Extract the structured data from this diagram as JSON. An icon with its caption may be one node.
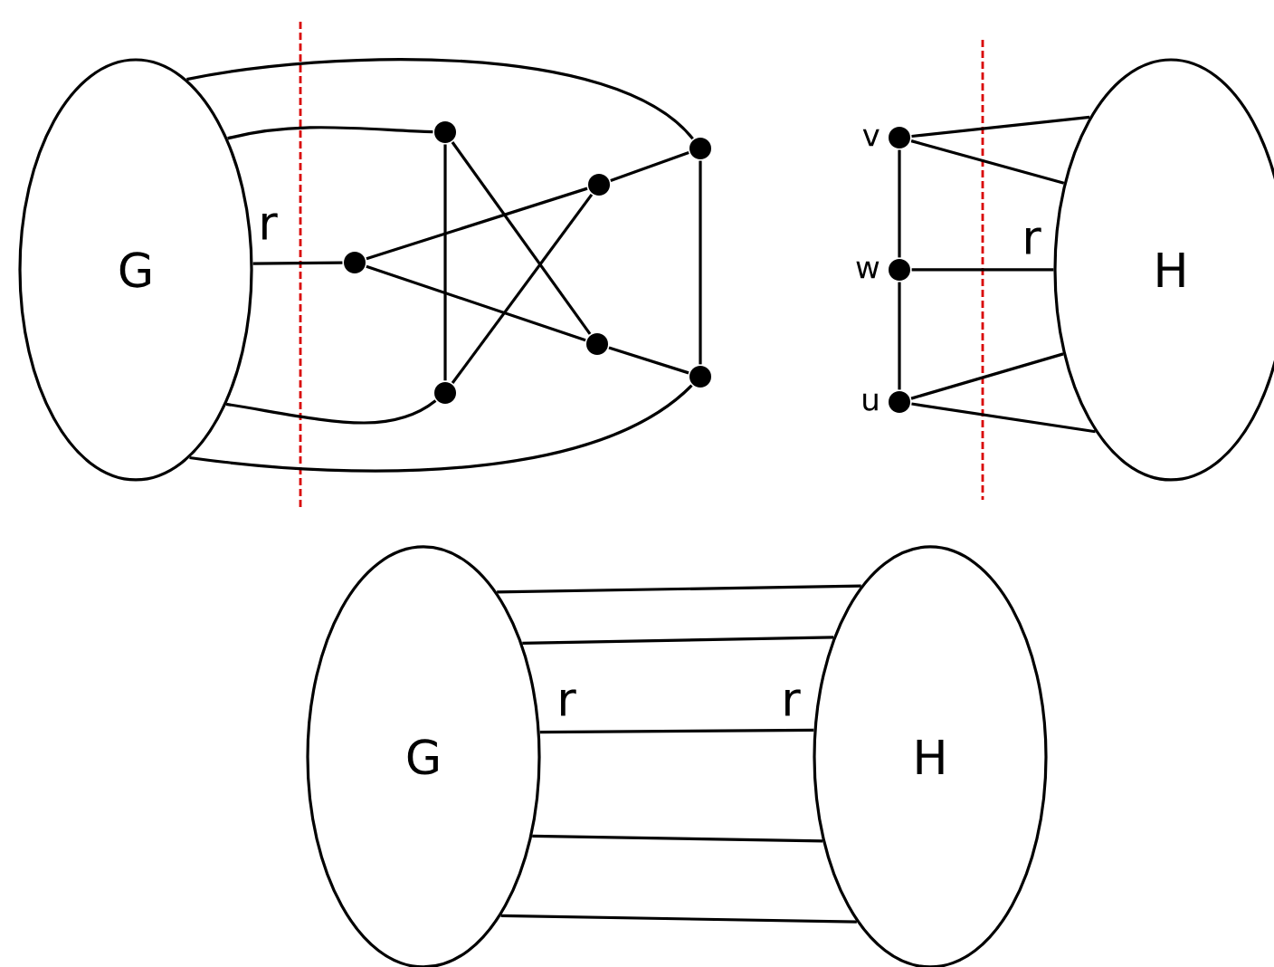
{
  "diagram": {
    "nodes": [
      {
        "text": [
          "G"
        ]
      },
      {
        "text": [],
        "shape": "circle"
      },
      {
        "text": [],
        "shape": "circle"
      },
      {
        "text": [],
        "shape": "circle"
      },
      {
        "text": [],
        "shape": "circle"
      },
      {
        "text": [],
        "shape": "circle"
      },
      {
        "text": [],
        "shape": "circle"
      },
      {
        "text": [],
        "shape": "circle"
      },
      {
        "text": [],
        "shape": "circle",
        "beside": [
          "v"
        ]
      },
      {
        "text": [],
        "shape": "circle",
        "beside": [
          "w"
        ]
      },
      {
        "text": [],
        "shape": "circle",
        "beside": [
          "u"
        ]
      },
      {
        "text": [
          "H"
        ]
      },
      {
        "text": [
          "G"
        ]
      },
      {
        "text": [
          "H"
        ]
      }
    ],
    "edges": [
      {
        "from": 0,
        "to": 2,
        "arrow": "none"
      },
      {
        "from": 0,
        "to": 1,
        "arrow": "none"
      },
      {
        "from": 0,
        "to": 4,
        "arrow": "none"
      },
      {
        "from": 0,
        "to": 7,
        "arrow": "none"
      },
      {
        "from": 0,
        "to": 6,
        "arrow": "none"
      },
      {
        "from": 1,
        "to": 7,
        "arrow": "none"
      },
      {
        "from": 1,
        "to": 5,
        "arrow": "none"
      },
      {
        "from": 4,
        "to": 3,
        "arrow": "none"
      },
      {
        "from": 3,
        "to": 2,
        "arrow": "none"
      },
      {
        "from": 4,
        "to": 5,
        "arrow": "none"
      },
      {
        "from": 5,
        "to": 6,
        "arrow": "none"
      },
      {
        "from": 7,
        "to": 3,
        "arrow": "none"
      },
      {
        "from": 2,
        "to": 6,
        "arrow": "none"
      },
      {
        "from": 8,
        "to": 11,
        "arrow": "none"
      },
      {
        "from": 8,
        "to": 11,
        "arrow": "none"
      },
      {
        "from": 9,
        "to": 11,
        "arrow": "none"
      },
      {
        "from": 10,
        "to": 11,
        "arrow": "none"
      },
      {
        "from": 10,
        "to": 11,
        "arrow": "none"
      },
      {
        "from": 8,
        "to": 9,
        "arrow": "none"
      },
      {
        "from": 9,
        "to": 10,
        "arrow": "none"
      },
      {
        "from": 12,
        "to": 13,
        "arrow": "none"
      },
      {
        "from": 12,
        "to": 13,
        "arrow": "none"
      },
      {
        "from": 12,
        "to": 13,
        "arrow": "none"
      },
      {
        "from": 12,
        "to": 13,
        "arrow": "none"
      },
      {
        "from": 12,
        "to": 13,
        "arrow": "none"
      }
    ],
    "labels": [
      "r",
      "r",
      "r",
      "r"
    ]
  }
}
